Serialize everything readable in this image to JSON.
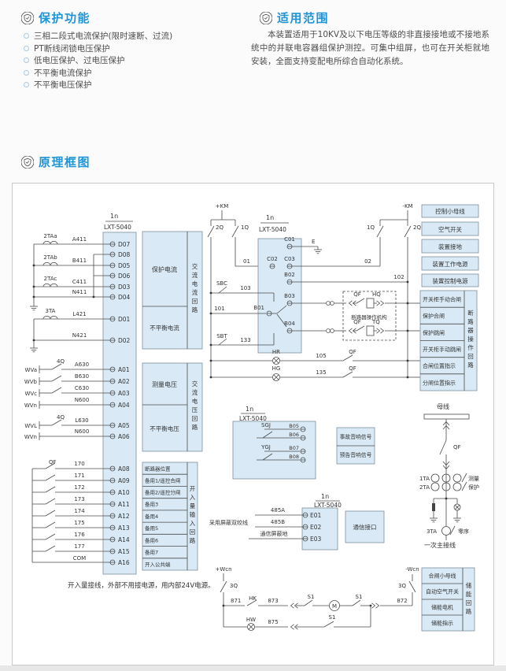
{
  "sections": {
    "protection": {
      "title": "保护功能",
      "items": [
        "三相二段式电流保护(限时速断、过流)",
        "PT断线闭锁电压保护",
        "低电压保护、过电压保护",
        "不平衡电流保护",
        "不平衡电压保护"
      ]
    },
    "scope": {
      "title": "适用范围",
      "text": "本装置适用于10KV及以下电压等级的非直接接地或不接地系统中的并联电容器组保护测控。可集中组屏，也可在开关柜就地安装，全面支持变配电所综合自动化系统。"
    },
    "schematic": {
      "title": "原理框图"
    }
  },
  "colors": {
    "accent": "#2095d5",
    "box_fill": "#d9eaf6"
  },
  "dg": {
    "n": "1n",
    "dev": "LXT-5040",
    "cur": {
      "cts": [
        "2TAa",
        "2TAb",
        "2TAc"
      ],
      "ct3": "3TA",
      "wires": [
        "A411",
        "B411",
        "C411",
        "N411",
        "L421",
        "N421"
      ],
      "terms": [
        "D07",
        "D08",
        "D05",
        "D06",
        "D03",
        "D04",
        "D01",
        "D02"
      ]
    },
    "vol": {
      "labels": [
        "WVa",
        "WVb",
        "WVc",
        "WVn",
        "WVL",
        "WVn"
      ],
      "sw": "4Q",
      "wires": [
        "A630",
        "B630",
        "C630",
        "N600",
        "L630",
        "N600"
      ],
      "terms": [
        "A01",
        "A02",
        "A03",
        "A04",
        "A05",
        "A06"
      ]
    },
    "bin": {
      "sw": "QF",
      "wires": [
        "170",
        "171",
        "172",
        "173",
        "174",
        "175",
        "176",
        "177",
        "COM"
      ],
      "terms": [
        "A08",
        "A09",
        "A10",
        "A11",
        "A12",
        "A13",
        "A14",
        "A15",
        "A16"
      ],
      "rows": [
        "断路器位置",
        "备用1/遥控合闸",
        "备用2/遥控分闸",
        "备用3",
        "备用4",
        "备用5",
        "备用6",
        "备用7",
        "开入公共端"
      ],
      "vlabel": "开入量输入回路"
    },
    "curbox": {
      "c1": "保护电流",
      "c2": "不平衡电流",
      "v": "交流电流回路"
    },
    "volbox": {
      "c1": "测量电压",
      "c2": "不平衡电压",
      "v": "交流电压回路"
    },
    "note": "开入量接线，外部不用接电源，用内部24V电源。",
    "ctl": {
      "kmp": "+KM",
      "kmn": "-KM",
      "q2": "2Q",
      "q1": "1Q",
      "w01": "01",
      "w02": "02",
      "w101": "101",
      "w102": "102",
      "w103": "103",
      "w133": "133",
      "sbc": "SBC",
      "sbt": "SBT",
      "c01": "C01",
      "c02": "C02",
      "c03": "C03",
      "b01": "B01",
      "b02": "B02",
      "b03": "B03",
      "b04": "B04",
      "e": "E",
      "mech": "断路器操作机构",
      "qf": "QF",
      "hq": "HQ",
      "tq": "TQ",
      "hr": "HR",
      "hg": "HG",
      "w105": "105",
      "w135": "135"
    },
    "rcol": {
      "boxes": [
        "控制小母线",
        "空气开关",
        "装置接地",
        "装置工作电源",
        "装置控制电源"
      ],
      "rows": [
        "开关柜手动合闸",
        "保护合闸",
        "保护跳闸",
        "开关柜手动跳闸",
        "合闸位置指示",
        "分闸位置指示"
      ],
      "vlabel": "断路器操作回路"
    },
    "sig": {
      "sgj": "SGJ",
      "ygj": "YGJ",
      "terms": [
        "B05",
        "B06",
        "B07",
        "B08"
      ],
      "box1": "事故音响信号",
      "box2": "预告音响信号"
    },
    "com": {
      "w485a": "485A",
      "w485b": "485B",
      "gnd": "通信屏蔽地",
      "twist": "采用屏蔽双绞线",
      "terms": [
        "E01",
        "E02",
        "E03"
      ],
      "box": "通信接口"
    },
    "oneline": {
      "bus": "母线",
      "qf": "QF",
      "ta1": "1TA",
      "ta2": "2TA",
      "ta3": "3TA",
      "meas": "测量",
      "prot": "保护",
      "zero": "零序",
      "caption": "一次主接线"
    },
    "sto": {
      "wp": "+Wcn",
      "wn": "-Wcn",
      "q3": "3Q",
      "w871": "871",
      "w872": "872",
      "w873": "873",
      "w875": "875",
      "hk": "HK",
      "hw": "HW",
      "s1": "S1",
      "m": "M",
      "boxes": [
        "合闸小母线",
        "自动空气开关",
        "储能电机",
        "储能指示"
      ],
      "vlabel": "储能回路"
    }
  }
}
